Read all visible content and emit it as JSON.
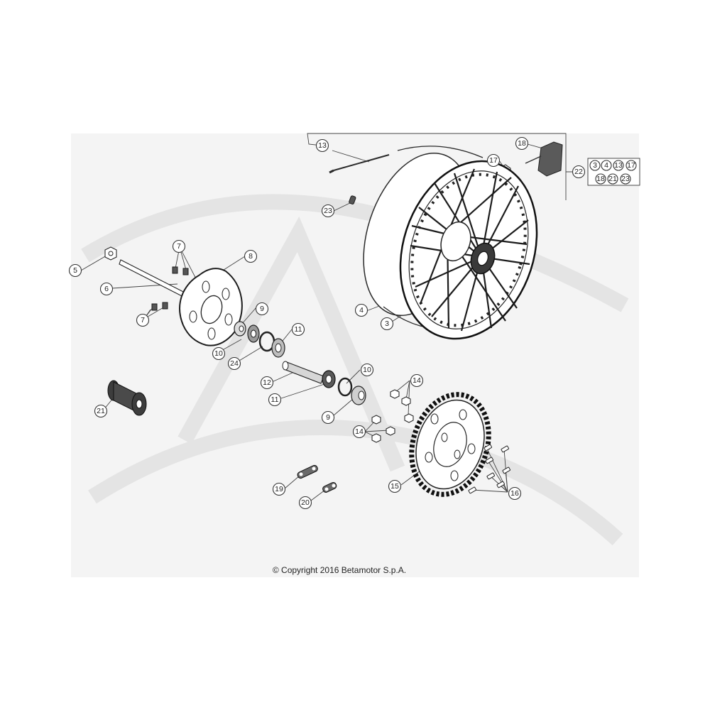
{
  "colors": {
    "panel_background": "#f4f4f4",
    "watermark": "#e6e6e6",
    "line": "#2a2a2a"
  },
  "callouts": [
    {
      "label": "13"
    },
    {
      "label": "18"
    },
    {
      "label": "17"
    },
    {
      "label": "22"
    },
    {
      "label": "3"
    },
    {
      "label": "4"
    },
    {
      "label": "13"
    },
    {
      "label": "17"
    },
    {
      "label": "18"
    },
    {
      "label": "21"
    },
    {
      "label": "23"
    },
    {
      "label": "23"
    },
    {
      "label": "7"
    },
    {
      "label": "8"
    },
    {
      "label": "5"
    },
    {
      "label": "6"
    },
    {
      "label": "7"
    },
    {
      "label": "9"
    },
    {
      "label": "4"
    },
    {
      "label": "3"
    },
    {
      "label": "11"
    },
    {
      "label": "10"
    },
    {
      "label": "24"
    },
    {
      "label": "10"
    },
    {
      "label": "12"
    },
    {
      "label": "11"
    },
    {
      "label": "14"
    },
    {
      "label": "9"
    },
    {
      "label": "21"
    },
    {
      "label": "14"
    },
    {
      "label": "15"
    },
    {
      "label": "16"
    },
    {
      "label": "19"
    },
    {
      "label": "20"
    }
  ],
  "copyright": "© Copyright 2016 Betamotor S.p.A."
}
